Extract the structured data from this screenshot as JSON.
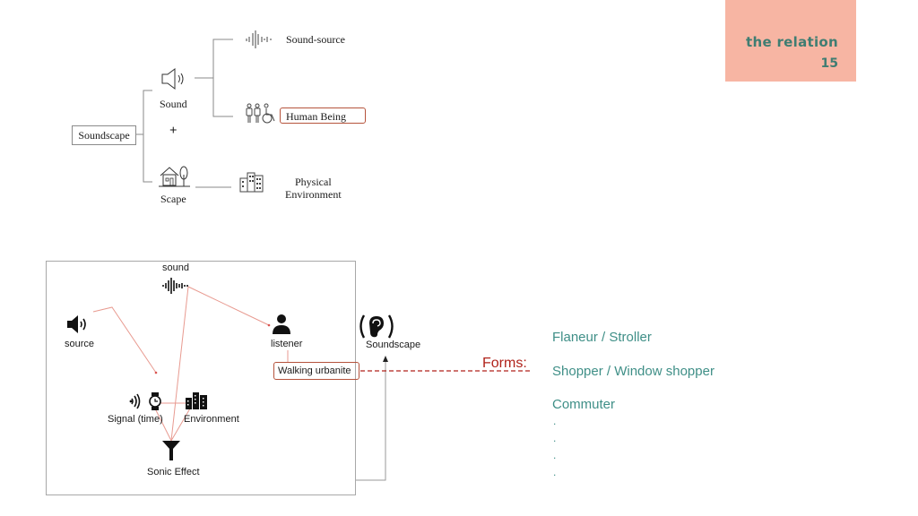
{
  "corner_tag": {
    "title": "the relation",
    "page_number": "15",
    "bg_color": "#f7b5a3",
    "text_color": "#3f7d72"
  },
  "top_diagram": {
    "root": "Soundscape",
    "plus": "+",
    "sound": {
      "label": "Sound",
      "icon": "speaker-outline-icon"
    },
    "scape": {
      "label": "Scape",
      "icon": "house-tree-icon"
    },
    "sound_source": {
      "label": "Sound-source",
      "icon": "waveform-icon"
    },
    "human_being": {
      "label": "Human Being",
      "icon": "people-icon"
    },
    "physical_environment": {
      "line1": "Physical",
      "line2": "Environment",
      "icon": "buildings-icon"
    }
  },
  "bottom_diagram": {
    "sound": {
      "label": "sound",
      "icon": "waveform-icon"
    },
    "source": {
      "label": "source",
      "icon": "speaker-icon"
    },
    "listener": {
      "label": "listener",
      "icon": "person-icon"
    },
    "walking_urbanite": "Walking urbanite",
    "signal": {
      "label": "Signal (time)",
      "icon": "watch-signal-icon"
    },
    "environment": {
      "label": "Environment",
      "icon": "buildings-icon"
    },
    "sonic_effect": {
      "label": "Sonic Effect",
      "icon": "funnel-icon"
    },
    "soundscape": {
      "label": "Soundscape",
      "icon": "ear-icon"
    }
  },
  "forms": {
    "label": "Forms:",
    "items": [
      "Flaneur / Stroller",
      "Shopper / Window shopper",
      "Commuter"
    ],
    "ellipsis": [
      ".",
      ".",
      ".",
      "."
    ],
    "accent_color": "#3f8f87",
    "label_color": "#b0221a"
  }
}
